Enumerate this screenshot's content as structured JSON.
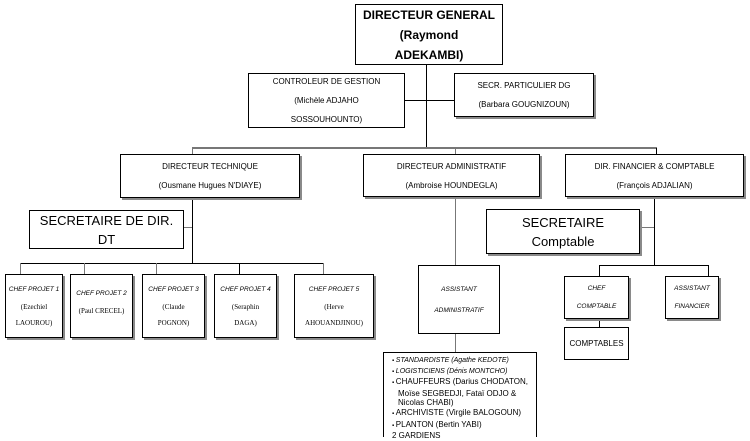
{
  "director_general": {
    "title": "DIRECTEUR GENERAL",
    "name_line1": "(Raymond",
    "name_line2": "ADEKAMBI)"
  },
  "staff": {
    "controleur": {
      "title": "CONTROLEUR DE GESTION",
      "name_line1": "(Michèle ADJAHO",
      "name_line2": "SOSSOUHOUNTO)"
    },
    "secretaire_particulier": {
      "title": "SECR. PARTICULIER DG",
      "name": "(Barbara GOUGNIZOUN)"
    }
  },
  "directors": [
    {
      "title": "DIRECTEUR TECHNIQUE",
      "name": "(Ousmane Hugues N'DIAYE)"
    },
    {
      "title": "DIRECTEUR ADMINISTRATIF",
      "name": "(Ambroise HOUNDEGLA)"
    },
    {
      "title": "DIR. FINANCIER & COMPTABLE",
      "name": "(François ADJALIAN)"
    }
  ],
  "technical": {
    "secretary": {
      "line1": "SECRETAIRE DE DIR.",
      "line2": "DT"
    },
    "project_leads": [
      {
        "title": "CHEF PROJET 1",
        "name_line1": "(Ezechiel",
        "name_line2": "LAOUROU)"
      },
      {
        "title": "CHEF PROJET 2",
        "name_line1": "(Paul CRECEL)",
        "name_line2": ""
      },
      {
        "title": "CHEF PROJET 3",
        "name_line1": "(Claude",
        "name_line2": "POGNON)"
      },
      {
        "title": "CHEF PROJET 4",
        "name_line1": "(Seraphin",
        "name_line2": "DAGA)"
      },
      {
        "title": "CHEF PROJET 5",
        "name_line1": "(Herve",
        "name_line2": "AHOUANDJINOU)"
      }
    ]
  },
  "administrative": {
    "assistant": {
      "line1": "ASSISTANT",
      "line2": "ADMINISTRATIF"
    },
    "staff_list": [
      "STANDARDISTE (Agathe KEDOTE)",
      "LOGISTICIENS (Dénis MONTCHO)",
      "CHAUFFEURS (Darius CHODATON, Moïse SEGBEDJI, Fataï ODJO & Nicolas CHABI)",
      "ARCHIVISTE (Virgile BALOGOUN)",
      "PLANTON (Bertin YABI)"
    ],
    "staff_footer": "2 GARDIENS"
  },
  "financial": {
    "secretary": {
      "line1": "SECRETAIRE",
      "line2": "Comptable"
    },
    "chef_comptable": {
      "line1": "CHEF",
      "line2": "COMPTABLE"
    },
    "assistant_financier": {
      "line1": "ASSISTANT",
      "line2": "FINANCIER"
    },
    "comptables": "COMPTABLES"
  }
}
